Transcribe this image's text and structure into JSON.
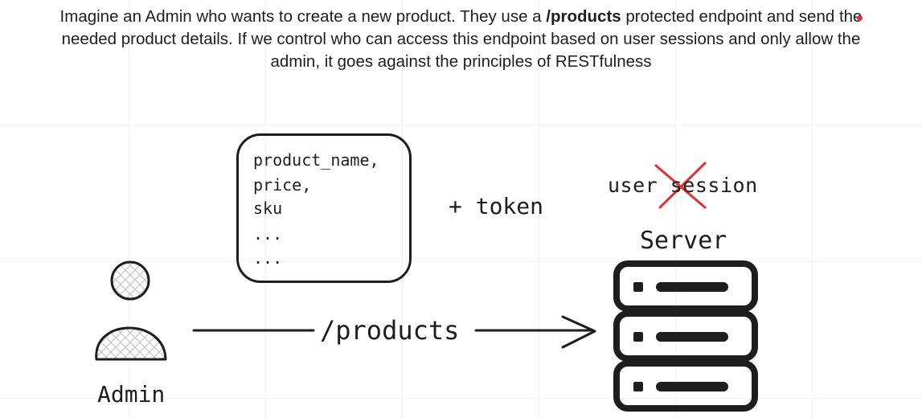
{
  "caption": {
    "line1_before": "Imagine an Admin who wants to create a new product. They use a ",
    "line1_endpoint": "/products",
    "line1_after": " protected endpoint and send the",
    "line2": "needed product details. If we control who can access this endpoint based on user sessions and only allow the",
    "line3": "admin, it goes against the principles of RESTfulness"
  },
  "payload": {
    "fields": [
      "product_name,",
      "price,",
      "sku",
      "...",
      "..."
    ]
  },
  "labels": {
    "token": "+ token",
    "user_session": "user session",
    "server": "Server",
    "endpoint": "/products",
    "admin": "Admin"
  },
  "colors": {
    "stroke": "#1e1e1e",
    "cross": "#e03131",
    "pointer": "#e0303a"
  },
  "icons": {
    "admin": "person-icon",
    "server": "server-rack-icon",
    "cross": "cross-out-icon"
  }
}
